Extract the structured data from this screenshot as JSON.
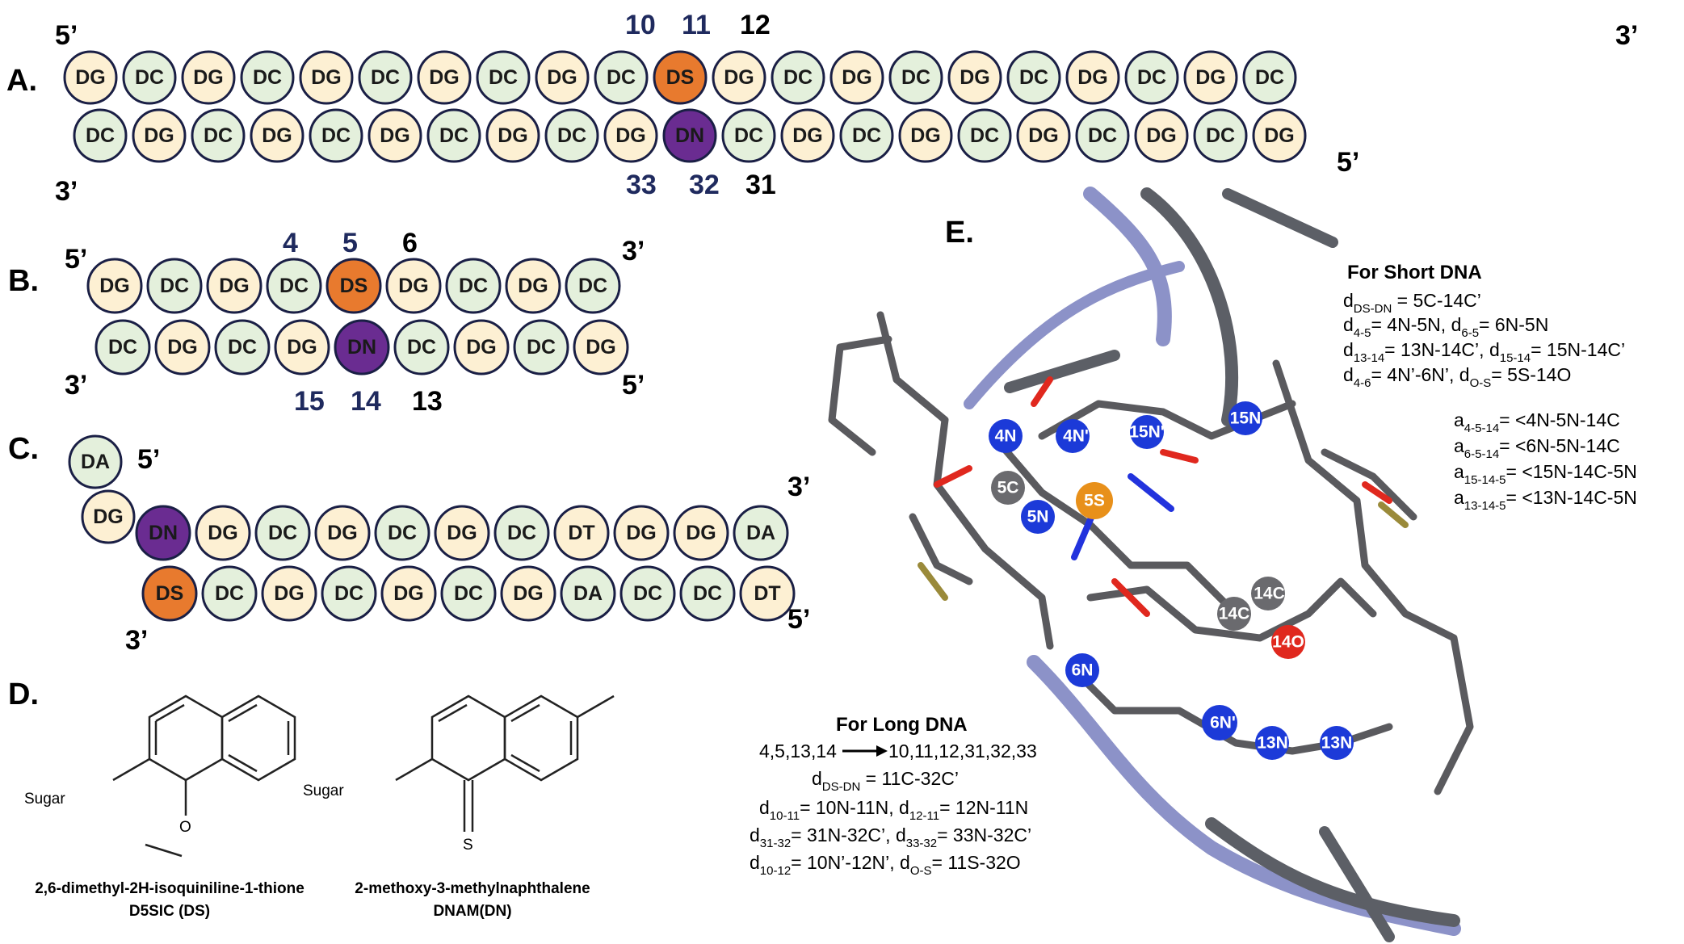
{
  "colors": {
    "DG": "#fdf0d3",
    "DC": "#e4f0dc",
    "DA": "#e4f0dc",
    "DT": "#fdf0d3",
    "DS": "#e87a2e",
    "DN": "#6a2c91",
    "outline": "#1a1f45",
    "navy": "#1f2a5e"
  },
  "panels": {
    "A": {
      "label": "A.",
      "top": [
        "DG",
        "DC",
        "DG",
        "DC",
        "DG",
        "DC",
        "DG",
        "DC",
        "DG",
        "DC",
        "DS",
        "DG",
        "DC",
        "DG",
        "DC",
        "DG",
        "DC",
        "DG",
        "DC",
        "DG",
        "DC"
      ],
      "bottom": [
        "DC",
        "DG",
        "DC",
        "DG",
        "DC",
        "DG",
        "DC",
        "DG",
        "DC",
        "DG",
        "DN",
        "DC",
        "DG",
        "DC",
        "DG",
        "DC",
        "DG",
        "DC",
        "DG",
        "DC",
        "DG"
      ],
      "end_top_left": "5’",
      "end_top_right": "3’",
      "end_bottom_left": "3’",
      "end_bottom_right": "5’",
      "nums_top": [
        "10",
        "11",
        "12"
      ],
      "nums_bottom": [
        "33",
        "32",
        "31"
      ]
    },
    "B": {
      "label": "B.",
      "top": [
        "DG",
        "DC",
        "DG",
        "DC",
        "DS",
        "DG",
        "DC",
        "DG",
        "DC"
      ],
      "bottom": [
        "DC",
        "DG",
        "DC",
        "DG",
        "DN",
        "DC",
        "DG",
        "DC",
        "DG"
      ],
      "end_top_left": "5’",
      "end_top_right": "3’",
      "end_bottom_left": "3’",
      "end_bottom_right": "5’",
      "nums_top": [
        "4",
        "5",
        "6"
      ],
      "nums_bottom": [
        "15",
        "14",
        "13"
      ]
    },
    "C": {
      "label": "C.",
      "overhang": [
        "DA",
        "DG"
      ],
      "top": [
        "DN",
        "DG",
        "DC",
        "DG",
        "DC",
        "DG",
        "DC",
        "DT",
        "DG",
        "DG",
        "DA"
      ],
      "bottom": [
        "DS",
        "DC",
        "DG",
        "DC",
        "DG",
        "DC",
        "DG",
        "DA",
        "DC",
        "DC",
        "DT"
      ],
      "end_overhang": "5’",
      "end_top_right": "3’",
      "end_bottom_left": "3’",
      "end_bottom_right": "5’"
    },
    "D": {
      "label": "D.",
      "mol1": {
        "sugar": "Sugar",
        "o": "O",
        "name": "2,6-dimethyl-2H-isoquiniline-1-thione",
        "abbr": "D5SIC (DS)"
      },
      "mol2": {
        "sugar": "Sugar",
        "s": "S",
        "name": "2-methoxy-3-methylnaphthalene",
        "abbr": "DNAM(DN)"
      }
    },
    "E": {
      "label": "E.",
      "atoms": [
        "4N",
        "4N'",
        "15N'",
        "15N",
        "5C",
        "5S",
        "5N",
        "14C'",
        "14C",
        "14O",
        "6N",
        "6N'",
        "13N'",
        "13N"
      ],
      "short_title": "For Short DNA",
      "short_lines": [
        {
          "sym": "d",
          "sub": "DS-DN",
          "rest": " = 5C-14C’"
        },
        {
          "sym": "d",
          "sub": "4-5",
          "rest": "= 4N-5N, ",
          "sym2": "d",
          "sub2": "6-5",
          "rest2": "= 6N-5N"
        },
        {
          "sym": "d",
          "sub": "13-14",
          "rest": "= 13N-14C’, ",
          "sym2": "d",
          "sub2": "15-14",
          "rest2": "= 15N-14C’"
        },
        {
          "sym": "d",
          "sub": "4-6",
          "rest": "= 4N’-6N’, ",
          "sym2": "d",
          "sub2": "O-S",
          "rest2": "= 5S-14O"
        }
      ],
      "angle_lines": [
        {
          "sym": "a",
          "sub": "4-5-14",
          "rest": "= <4N-5N-14C"
        },
        {
          "sym": "a",
          "sub": "6-5-14",
          "rest": "= <6N-5N-14C"
        },
        {
          "sym": "a",
          "sub": "15-14-5",
          "rest": "= <15N-14C-5N"
        },
        {
          "sym": "a",
          "sub": "13-14-5",
          "rest": "= <13N-14C-5N"
        }
      ],
      "long_title": "For Long DNA",
      "long_map_left": "4,5,13,14",
      "long_map_right": "10,11,12,31,32,33",
      "long_lines": [
        {
          "sym": "d",
          "sub": "DS-DN",
          "rest": " = 11C-32C’"
        },
        {
          "sym": "d",
          "sub": "10-11",
          "rest": "= 10N-11N, ",
          "sym2": "d",
          "sub2": "12-11",
          "rest2": "= 12N-11N"
        },
        {
          "sym": "d",
          "sub": "31-32",
          "rest": "= 31N-32C’, ",
          "sym2": "d",
          "sub2": "33-32",
          "rest2": "= 33N-32C’"
        },
        {
          "sym": "d",
          "sub": "10-12",
          "rest": "= 10N’-12N’, ",
          "sym2": "d",
          "sub2": "O-S",
          "rest2": "= 11S-32O"
        }
      ]
    }
  }
}
